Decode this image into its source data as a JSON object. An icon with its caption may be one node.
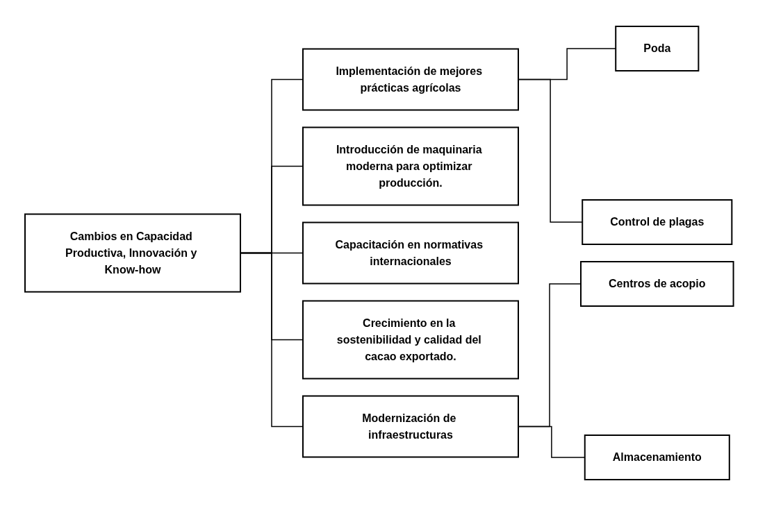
{
  "diagram": {
    "nodes": [
      {
        "text": [
          "Cambios en Capacidad Productiva, Innovación y Know-how"
        ]
      },
      {
        "text": [
          "Implementación de mejores prácticas agrícolas"
        ]
      },
      {
        "text": [
          "Poda"
        ]
      },
      {
        "text": [
          "Control de plagas"
        ]
      },
      {
        "text": [
          "Introducción de maquinaria moderna para optimizar producción."
        ]
      },
      {
        "text": [
          "Capacitación en normativas internacionales"
        ]
      },
      {
        "text": [
          "Crecimiento en la sostenibilidad y calidad del cacao exportado."
        ]
      },
      {
        "text": [
          "Modernización de infraestructuras"
        ]
      },
      {
        "text": [
          "Centros de acopio"
        ]
      },
      {
        "text": [
          "Almacenamiento"
        ]
      }
    ],
    "edges": [
      {
        "from": 0,
        "to": 1,
        "arrow": "none"
      },
      {
        "from": 1,
        "to": 2,
        "arrow": "none"
      },
      {
        "from": 1,
        "to": 3,
        "arrow": "none"
      },
      {
        "from": 0,
        "to": 4,
        "arrow": "none"
      },
      {
        "from": 0,
        "to": 5,
        "arrow": "none"
      },
      {
        "from": 0,
        "to": 6,
        "arrow": "none"
      },
      {
        "from": 0,
        "to": 7,
        "arrow": "none"
      },
      {
        "from": 7,
        "to": 8,
        "arrow": "none"
      },
      {
        "from": 7,
        "to": 9,
        "arrow": "none"
      }
    ]
  }
}
